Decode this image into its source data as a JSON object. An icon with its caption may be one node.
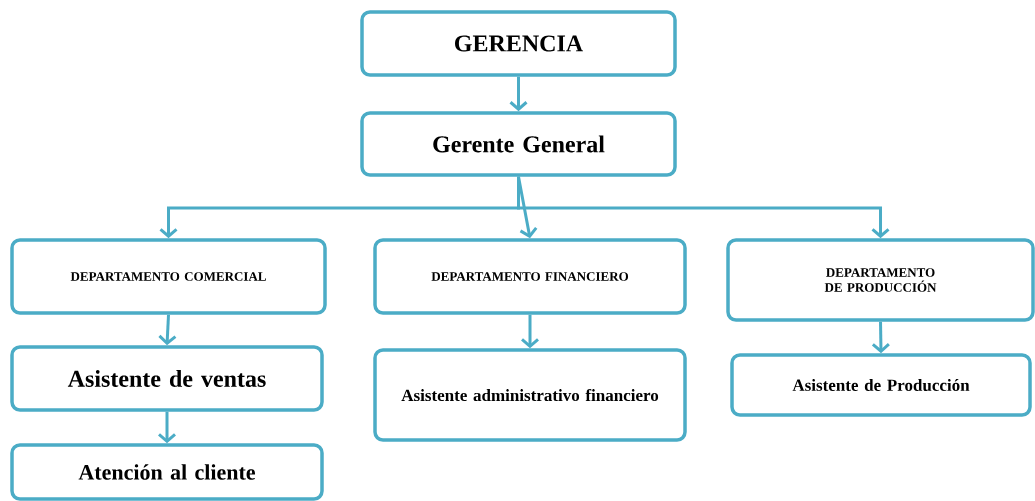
{
  "diagram": {
    "nodes": [
      {
        "text": [
          "GERENCIA"
        ]
      },
      {
        "text": [
          "Gerente General"
        ]
      },
      {
        "text": [
          "DEPARTAMENTO COMERCIAL"
        ]
      },
      {
        "text": [
          "DEPARTAMENTO FINANCIERO"
        ]
      },
      {
        "text": [
          "DEPARTAMENTO DE PRODUCCIÓN"
        ]
      },
      {
        "text": [
          "Asistente de ventas"
        ]
      },
      {
        "text": [
          "Asistente administrativo financiero"
        ]
      },
      {
        "text": [
          "Asistente de Producción"
        ]
      },
      {
        "text": [
          "Atención al cliente"
        ]
      }
    ],
    "edges": [
      {
        "from": 0,
        "to": 1,
        "arrow": "to"
      },
      {
        "from": 1,
        "to": 2,
        "arrow": "to"
      },
      {
        "from": 1,
        "to": 3,
        "arrow": "to"
      },
      {
        "from": 1,
        "to": 4,
        "arrow": "to"
      },
      {
        "from": 2,
        "to": 5,
        "arrow": "to"
      },
      {
        "from": 5,
        "to": 8,
        "arrow": "to"
      },
      {
        "from": 3,
        "to": 6,
        "arrow": "to"
      },
      {
        "from": 4,
        "to": 7,
        "arrow": "to"
      }
    ]
  }
}
